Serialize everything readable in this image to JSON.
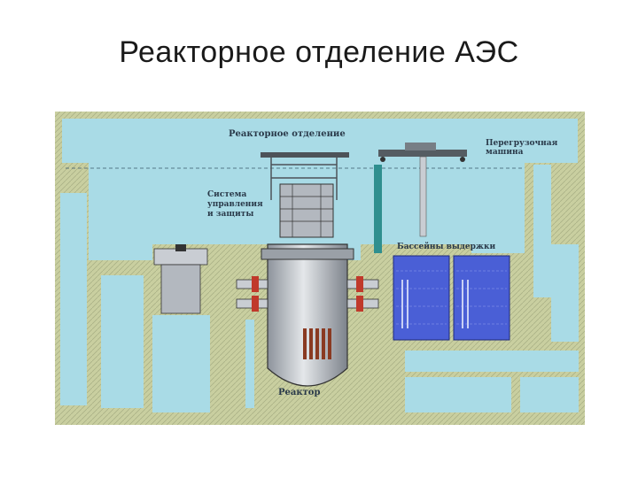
{
  "slide": {
    "title": "Реакторное отделение АЭС"
  },
  "diagram": {
    "labels": {
      "section_title": "Реакторное отделение",
      "refueling_machine_1": "Перегрузочная",
      "refueling_machine_2": "машина",
      "control_system_1": "Система",
      "control_system_2": "управления",
      "control_system_3": "и защиты",
      "pools": "Бассейны выдержки",
      "reactor": "Реактор"
    },
    "colors": {
      "sky": "#a9dbe6",
      "building": "#c9cfa0",
      "room": "#a9dbe6",
      "pool_water": "#4a5fd6",
      "vessel": "#c9cdd3",
      "core": "#8a3a22",
      "pipe_red": "#c0392b",
      "crane_teal": "#2f8f8f"
    }
  }
}
